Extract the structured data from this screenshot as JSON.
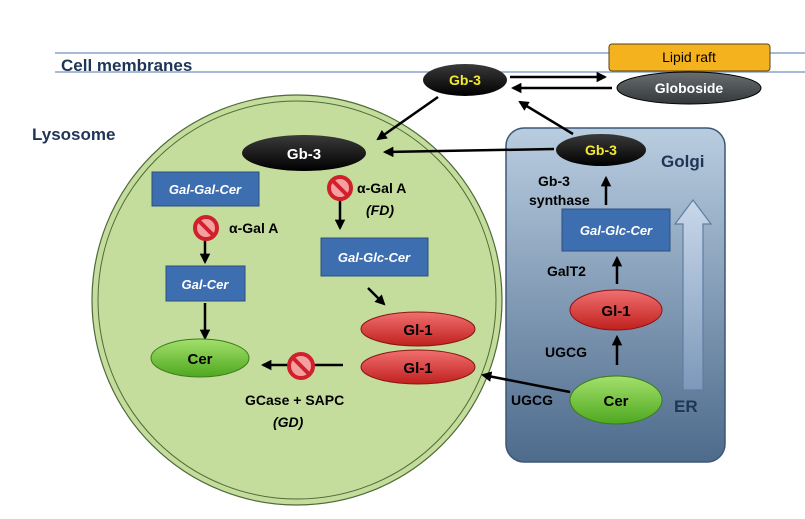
{
  "membrane": {
    "title": "Cell membranes"
  },
  "lysosome": {
    "title": "Lysosome"
  },
  "golgi": {
    "title": "Golgi",
    "er_label": "ER"
  },
  "molecules": {
    "gb3_membrane": "Gb-3",
    "gb3_lysosome": "Gb-3",
    "gb3_golgi": "Gb-3",
    "lipid_raft": "Lipid raft",
    "globoside": "Globoside",
    "gal_gal_cer": "Gal-Gal-Cer",
    "gal_cer": "Gal-Cer",
    "cer_lysosome": "Cer",
    "gal_glc_cer_lysosome": "Gal-Glc-Cer",
    "gl1_upper": "Gl-1",
    "gl1_lower": "Gl-1",
    "gal_glc_cer_golgi": "Gal-Glc-Cer",
    "gl1_golgi": "Gl-1",
    "cer_golgi": "Cer"
  },
  "enzymes": {
    "alpha_gal_a_left": "α-Gal A",
    "alpha_gal_a_right": "α-Gal A",
    "fd": "(FD)",
    "gcase_sapc": "GCase + SAPC",
    "gd": "(GD)",
    "gb3_synthase_line1": "Gb-3",
    "gb3_synthase_line2": "synthase",
    "galt2": "GalT2",
    "ugcg_golgi": "UGCG",
    "ugcg_transport": "UGCG"
  },
  "colors": {
    "lysosome_fill": "#c4dd9c",
    "golgi_fill": "#7d96b1",
    "box_blue": "#3d6fb0",
    "gl1_red": "#d02c2c",
    "cer_green": "#5cb82e",
    "raft_orange": "#f5b21f",
    "inhibit_red": "#d0202c",
    "membrane_line": "#8aa4cc"
  }
}
